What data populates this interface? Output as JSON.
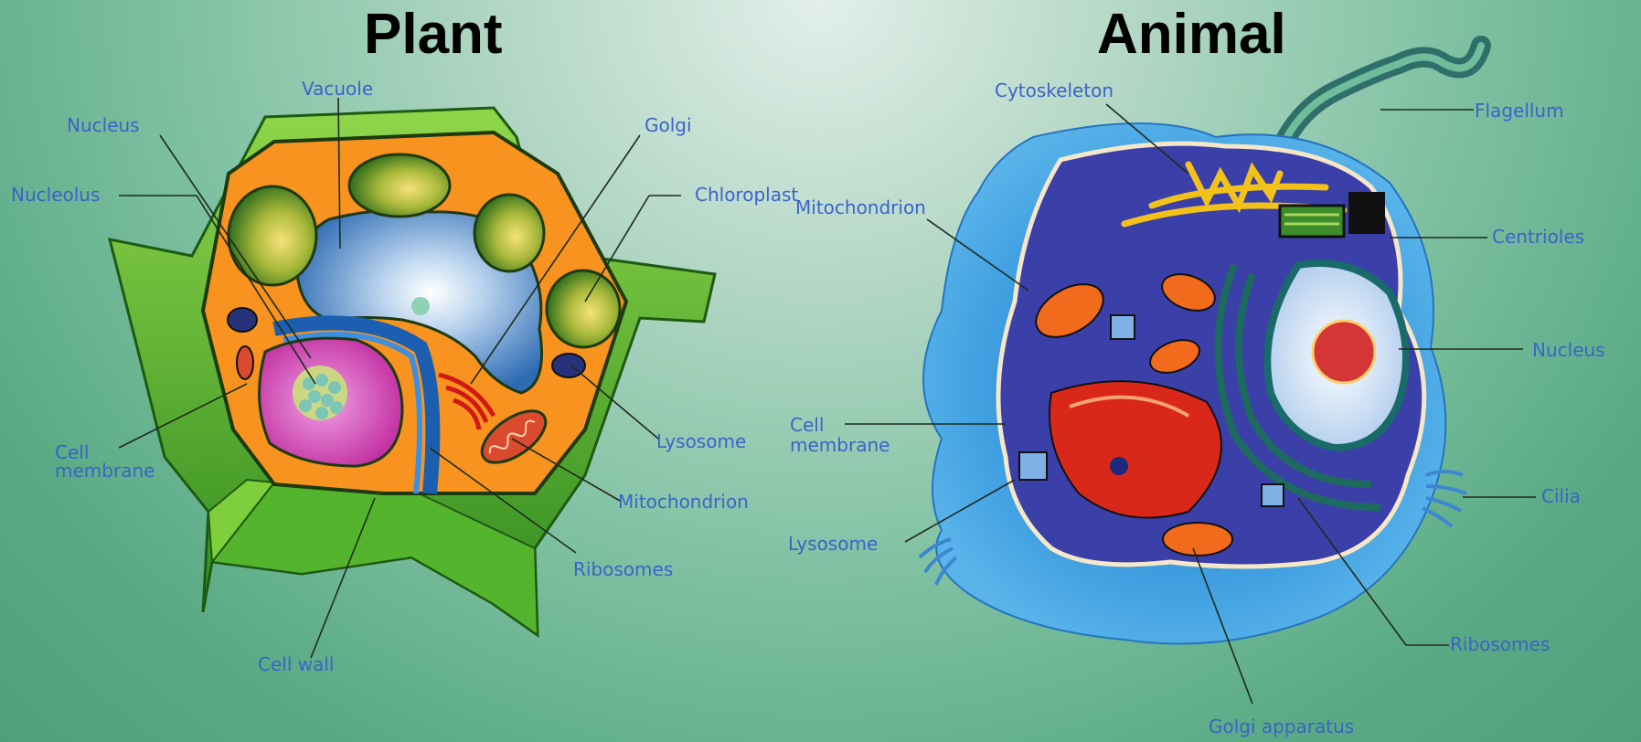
{
  "plant": {
    "title": "Plant",
    "labels": {
      "vacuole": "Vacuole",
      "nucleus": "Nucleus",
      "golgi": "Golgi",
      "nucleolus": "Nucleolus",
      "chloroplast": "Chloroplast",
      "cell_membrane_1": "Cell",
      "cell_membrane_2": "membrane",
      "lysosome": "Lysosome",
      "mitochondrion": "Mitochondrion",
      "ribosomes": "Ribosomes",
      "cell_wall": "Cell wall"
    }
  },
  "animal": {
    "title": "Animal",
    "labels": {
      "cytoskeleton": "Cytoskeleton",
      "flagellum": "Flagellum",
      "mitochondrion": "Mitochondrion",
      "centrioles": "Centrioles",
      "nucleus": "Nucleus",
      "cell_membrane_1": "Cell",
      "cell_membrane_2": "membrane",
      "cilia": "Cilia",
      "lysosome": "Lysosome",
      "ribosomes": "Ribosomes",
      "golgi_apparatus": "Golgi apparatus"
    }
  }
}
